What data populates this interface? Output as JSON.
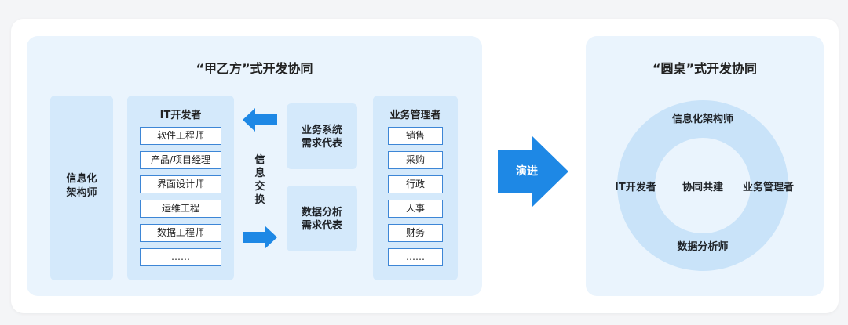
{
  "left_panel": {
    "title": "“甲乙方”式开发协同",
    "architect": [
      "信息化",
      "架构师"
    ],
    "it_dev": {
      "title": "IT开发者",
      "items": [
        "软件工程师",
        "产品/项目经理",
        "界面设计师",
        "运维工程",
        "数据工程师",
        "……"
      ]
    },
    "exchange_label": [
      "信",
      "息",
      "交",
      "换"
    ],
    "reps": [
      [
        "业务系统",
        "需求代表"
      ],
      [
        "数据分析",
        "需求代表"
      ]
    ],
    "biz_mgr": {
      "title": "业务管理者",
      "items": [
        "销售",
        "采购",
        "行政",
        "人事",
        "财务",
        "……"
      ]
    }
  },
  "transition": {
    "label": "演进"
  },
  "right_panel": {
    "title": "“圆桌”式开发协同",
    "ring": {
      "top": "信息化架构师",
      "left": "IT开发者",
      "center": "协同共建",
      "right": "业务管理者",
      "bottom": "数据分析师"
    }
  },
  "colors": {
    "card_bg": "#ffffff",
    "panel_bg": "#eaf4fd",
    "box_bg": "#d4e9fb",
    "ring_bg": "#c9e3f9",
    "accent_blue": "#1e88e5",
    "item_border": "#3d86d6"
  },
  "icons": [
    "arrow-left-icon",
    "arrow-right-icon",
    "evolve-arrow-icon"
  ]
}
